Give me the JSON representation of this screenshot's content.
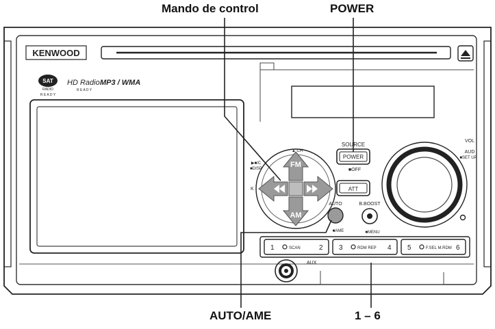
{
  "callouts": {
    "control_knob": "Mando de control",
    "power": "POWER",
    "auto_ame": "AUTO/AME",
    "presets": "1 – 6"
  },
  "unit": {
    "brand": "KENWOOD",
    "logo_sat": "SAT",
    "logo_sat_sub": "RADIO",
    "logo_sat_ready": "R E A D Y",
    "logo_hd": "HD Radio",
    "logo_hd_ready": "R E A D Y",
    "logo_mp3": "MP3 / WMA"
  },
  "labels": {
    "source": "SOURCE",
    "power_button": "POWER",
    "off": "■OFF",
    "att": "ATT",
    "auto": "AUTO",
    "ame": "■AME",
    "bboost": "B.BOOST",
    "menu": "■MENU",
    "vol": "VOL",
    "aud": "AUD",
    "setup": "■SET UP",
    "disp": "▶■/C",
    "disp2": "■DISP",
    "fm": "FM",
    "am": "AM",
    "aux": "AUX",
    "ch_label": "▲ CH",
    "cursor_l": "K"
  },
  "presets": [
    {
      "num_left": "1",
      "text": "SCAN",
      "num_right": "2"
    },
    {
      "num_left": "3",
      "text": "RDM   REP",
      "num_right": "4"
    },
    {
      "num_left": "5",
      "text": "F.SEL   M.RDM",
      "num_right": "6"
    }
  ]
}
